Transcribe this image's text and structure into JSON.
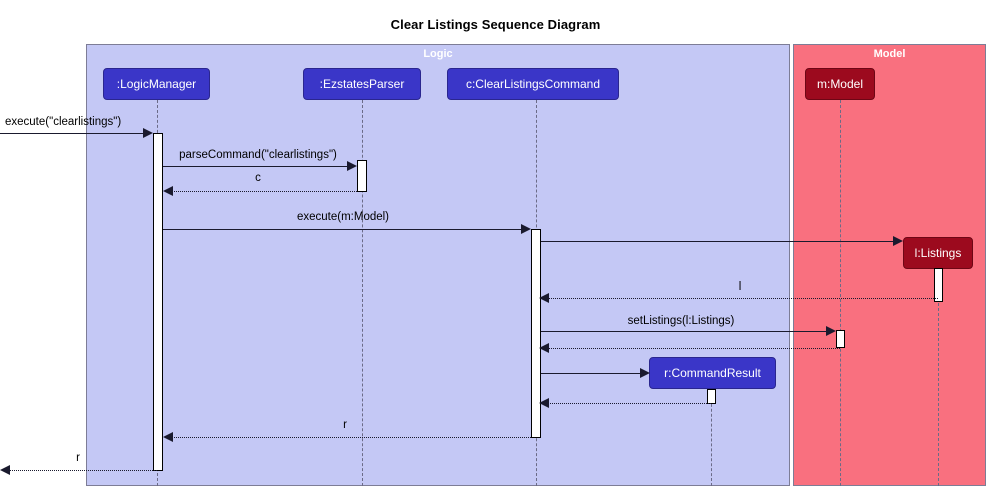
{
  "diagram": {
    "title": "Clear Listings Sequence Diagram",
    "type": "sequence-diagram",
    "colors": {
      "logic_panel": "#c4c8f5",
      "model_panel": "#f9707f",
      "participant_blue": "#3a36c8",
      "participant_red": "#9c0a1e",
      "line": "#1a1a2e",
      "lifeline": "#6b6b87",
      "activation_fill": "#ffffff"
    }
  },
  "panels": [
    {
      "label": "Logic",
      "color": "#c4c8f5"
    },
    {
      "label": "Model",
      "color": "#f9707f"
    }
  ],
  "participants": [
    {
      "id": "logicmanager",
      "label": ":LogicManager",
      "panel": "Logic",
      "style": "blue"
    },
    {
      "id": "ezstatesparser",
      "label": ":EzstatesParser",
      "panel": "Logic",
      "style": "blue"
    },
    {
      "id": "clearlistingscommand",
      "label": "c:ClearListingsCommand",
      "panel": "Logic",
      "style": "blue"
    },
    {
      "id": "model",
      "label": "m:Model",
      "panel": "Model",
      "style": "red"
    },
    {
      "id": "listings",
      "label": "l:Listings",
      "panel": "Model",
      "style": "red"
    },
    {
      "id": "commandresult",
      "label": "r:CommandResult",
      "panel": "Logic",
      "style": "blue"
    }
  ],
  "messages": [
    {
      "id": "m1",
      "label": "execute(\"clearlistings\")",
      "from": "external",
      "to": "logicmanager",
      "kind": "call",
      "direction": "right"
    },
    {
      "id": "m2",
      "label": "parseCommand(\"clearlistings\")",
      "from": "logicmanager",
      "to": "ezstatesparser",
      "kind": "call",
      "direction": "right"
    },
    {
      "id": "m3",
      "label": "c",
      "from": "ezstatesparser",
      "to": "logicmanager",
      "kind": "return",
      "direction": "left"
    },
    {
      "id": "m4",
      "label": "execute(m:Model)",
      "from": "logicmanager",
      "to": "clearlistingscommand",
      "kind": "call",
      "direction": "right"
    },
    {
      "id": "m5",
      "label": "",
      "from": "clearlistingscommand",
      "to": "listings",
      "kind": "create",
      "direction": "right"
    },
    {
      "id": "m6",
      "label": "l",
      "from": "listings",
      "to": "clearlistingscommand",
      "kind": "return",
      "direction": "left"
    },
    {
      "id": "m7",
      "label": "setListings(l:Listings)",
      "from": "clearlistingscommand",
      "to": "model",
      "kind": "call",
      "direction": "right"
    },
    {
      "id": "m8",
      "label": "",
      "from": "model",
      "to": "clearlistingscommand",
      "kind": "return",
      "direction": "left"
    },
    {
      "id": "m9",
      "label": "",
      "from": "clearlistingscommand",
      "to": "commandresult",
      "kind": "create",
      "direction": "right"
    },
    {
      "id": "m10",
      "label": "",
      "from": "commandresult",
      "to": "clearlistingscommand",
      "kind": "return",
      "direction": "left"
    },
    {
      "id": "m11",
      "label": "r",
      "from": "clearlistingscommand",
      "to": "logicmanager",
      "kind": "return",
      "direction": "left"
    },
    {
      "id": "m12",
      "label": "r",
      "from": "logicmanager",
      "to": "external",
      "kind": "return",
      "direction": "left"
    }
  ]
}
